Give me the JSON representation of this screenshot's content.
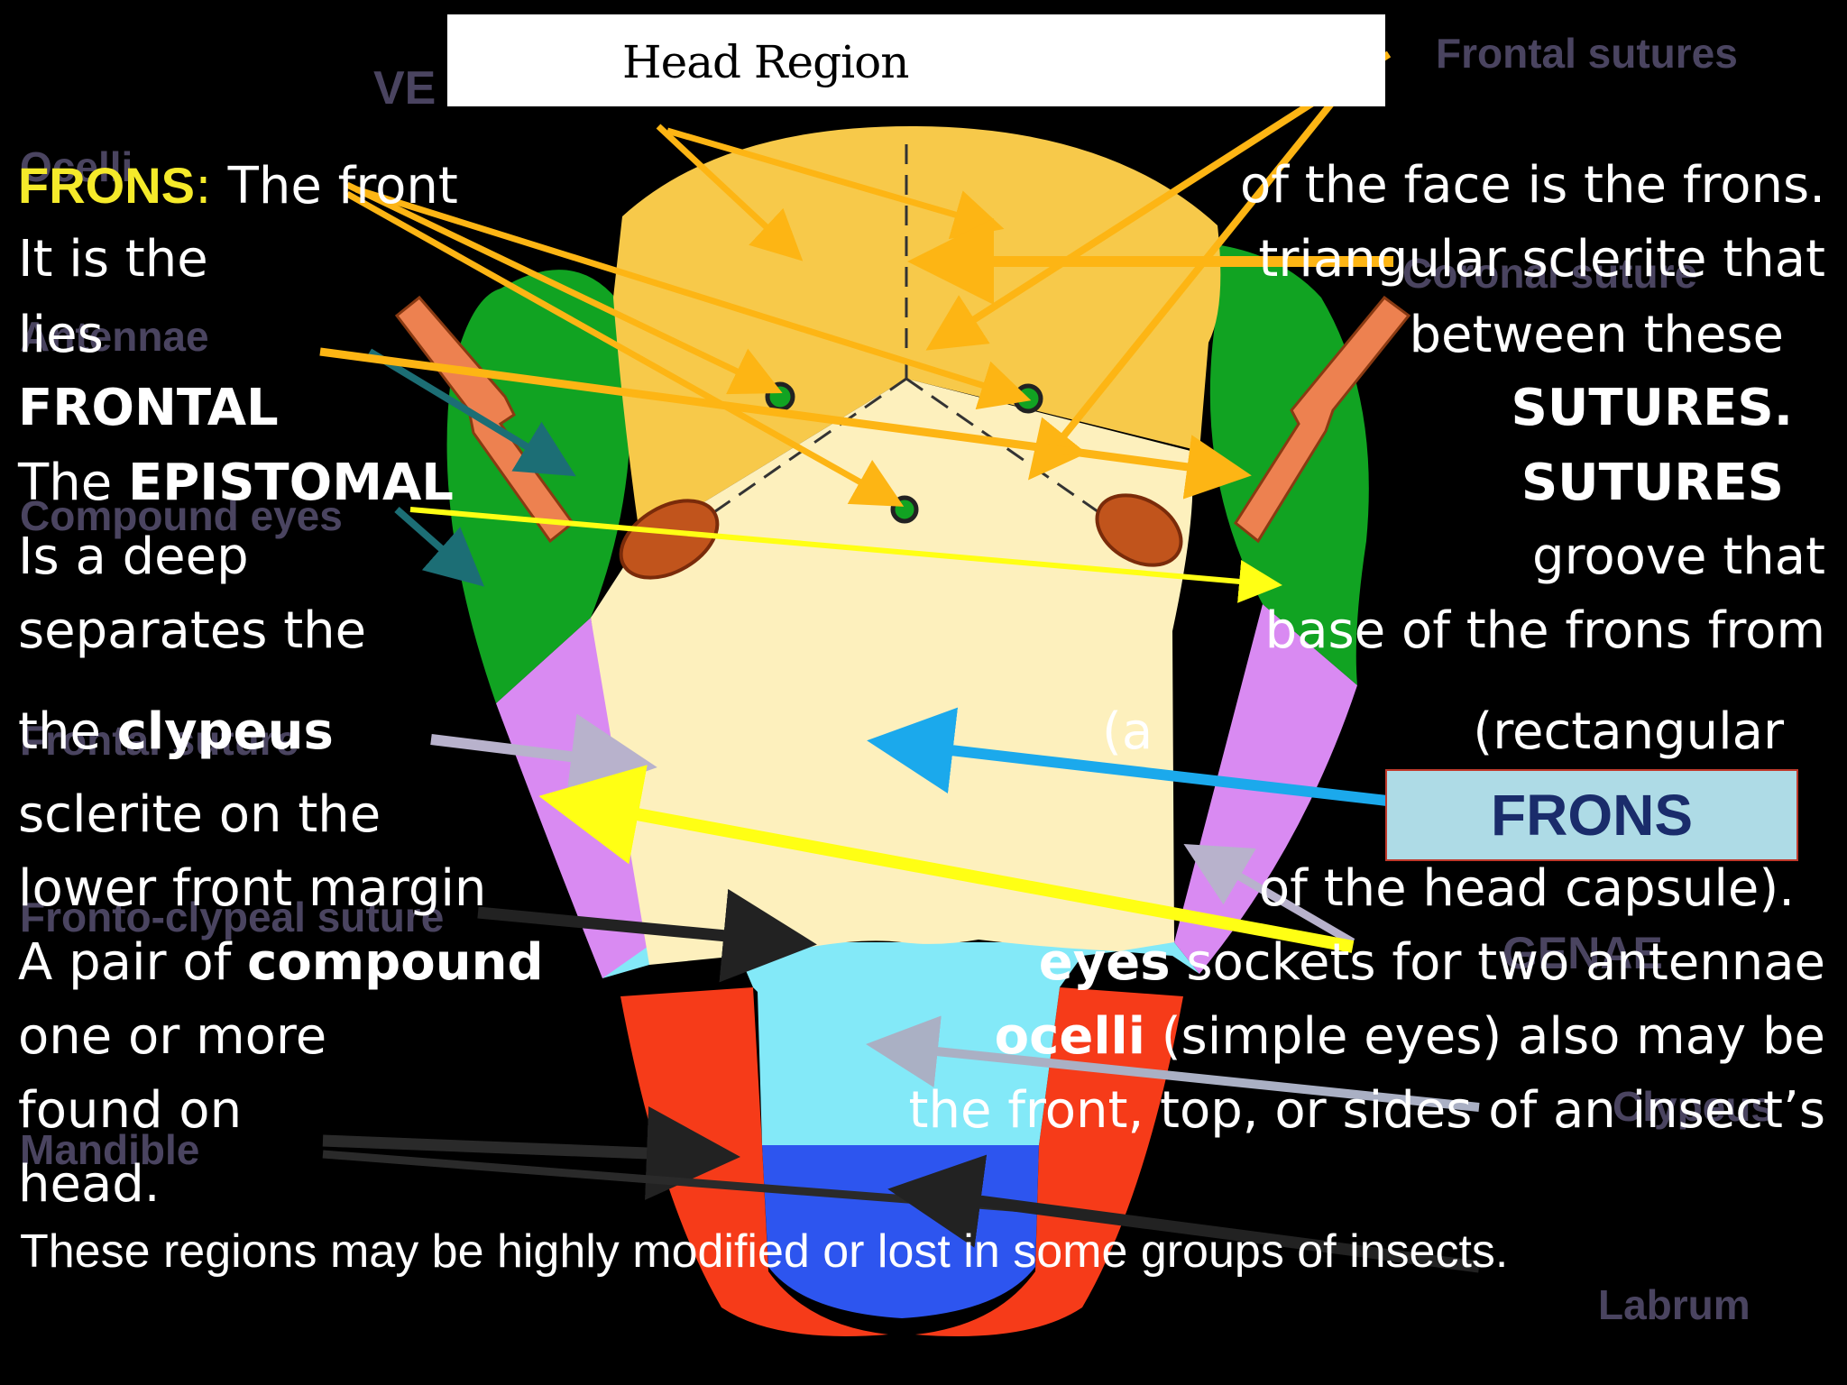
{
  "title": "Head Region",
  "background_labels": {
    "frontal_sutures": "Frontal sutures",
    "vertex": "VE",
    "ocelli": "Ocelli",
    "coronal_suture": "Coronal suture",
    "antennae": "Antennae",
    "compound_eyes": "Compound eyes",
    "frontal_suture": "Frontal suture",
    "fronto_clypeal_suture": "Fronto-clypeal suture",
    "gena": "GENAE",
    "clypeus": "Clypeus",
    "mandible": "Mandible",
    "labrum": "Labrum"
  },
  "callout_label": "FRONS",
  "text": {
    "l1_keyword": "FRONS",
    "l1_colon": ":",
    "l1_left": " The front",
    "l1_right": "of the face is the frons.",
    "l2_left": "It is the",
    "l2_right": "triangular sclerite that",
    "l3_left": "lies",
    "l3_right": "between these",
    "l4_left": "FRONTAL",
    "l4_right": "SUTURES.",
    "l5_left_a": "The ",
    "l5_left_b": "EPISTOMAL",
    "l5_right": "SUTURES",
    "l6_left": "Is a deep",
    "l6_right": "groove that",
    "l7_left": "separates the",
    "l7_right": "base of the frons from",
    "l8_left_a": "the ",
    "l8_left_b": "clypeus",
    "l8_mid": "(a",
    "l8_right": "(rectangular",
    "l9_left": "sclerite on the",
    "l10_left": "lower front margin",
    "l10_right": "of the head capsule).",
    "l11_left_a": "A pair of ",
    "l11_left_b": "compound",
    "l11_right_a": "eyes",
    "l11_right_b": " sockets for two antennae",
    "l12_left": "one or more",
    "l12_right_a": "ocelli",
    "l12_right_b": " (simple eyes) also may be",
    "l13_left": "found on",
    "l13_right": "the front, top, or sides of an insect’s",
    "l14_left": "head.",
    "footer": "These regions may be highly modified or lost in some groups of insects."
  },
  "colors": {
    "vertex": "#f7c94a",
    "frons": "#fdf0bd",
    "compound_eye": "#11a322",
    "gena": "#d98af2",
    "clypeus": "#83e9f8",
    "mandible": "#f63b19",
    "labrum": "#2d55ef",
    "antenna": "#ed8150",
    "arrow_orange": "#fdb514",
    "arrow_yellow": "#ffff14",
    "arrow_blue": "#1ba9ec"
  }
}
